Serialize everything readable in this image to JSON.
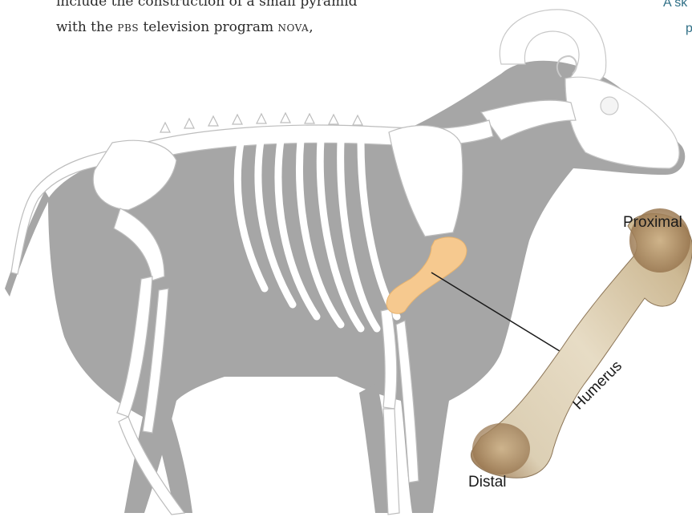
{
  "body_text": {
    "line1": "include the construction of a small pyramid",
    "line2_pre": "with the ",
    "line2_sc1": "pbs",
    "line2_mid": " television program ",
    "line2_sc2": "nova",
    "line2_post": ","
  },
  "caption": {
    "line1": "A sk",
    "line2": "p"
  },
  "labels": {
    "proximal": "Proximal",
    "distal": "Distal",
    "humerus": "Humerus"
  },
  "colors": {
    "silhouette": "#a6a6a6",
    "bone": "#ffffff",
    "highlight": "#f6c98f",
    "caption_teal": "#2f6f86"
  }
}
